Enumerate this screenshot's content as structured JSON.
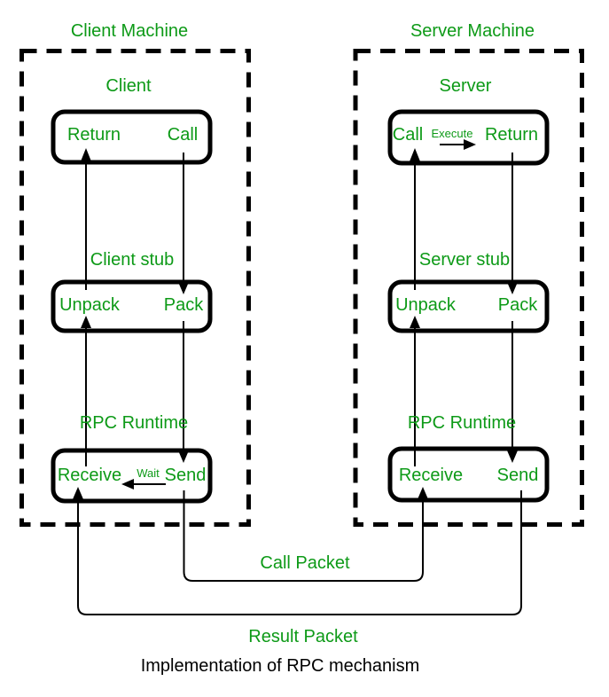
{
  "colors": {
    "green": "#0d9a17",
    "black": "#000000"
  },
  "client": {
    "machine_title": "Client Machine",
    "section_label": "Client",
    "top_box": {
      "left": "Return",
      "right": "Call"
    },
    "stub_label": "Client stub",
    "stub_box": {
      "left": "Unpack",
      "right": "Pack"
    },
    "runtime_label": "RPC Runtime",
    "runtime_box": {
      "left": "Receive",
      "wait": "Wait",
      "right": "Send"
    }
  },
  "server": {
    "machine_title": "Server Machine",
    "section_label": "Server",
    "top_box": {
      "left": "Call",
      "execute": "Execute",
      "right": "Return"
    },
    "stub_label": "Server stub",
    "stub_box": {
      "left": "Unpack",
      "right": "Pack"
    },
    "runtime_label": "RPC Runtime",
    "runtime_box": {
      "left": "Receive",
      "right": "Send"
    }
  },
  "connections": {
    "call_packet": "Call Packet",
    "result_packet": "Result Packet"
  },
  "caption": "Implementation of RPC mechanism"
}
